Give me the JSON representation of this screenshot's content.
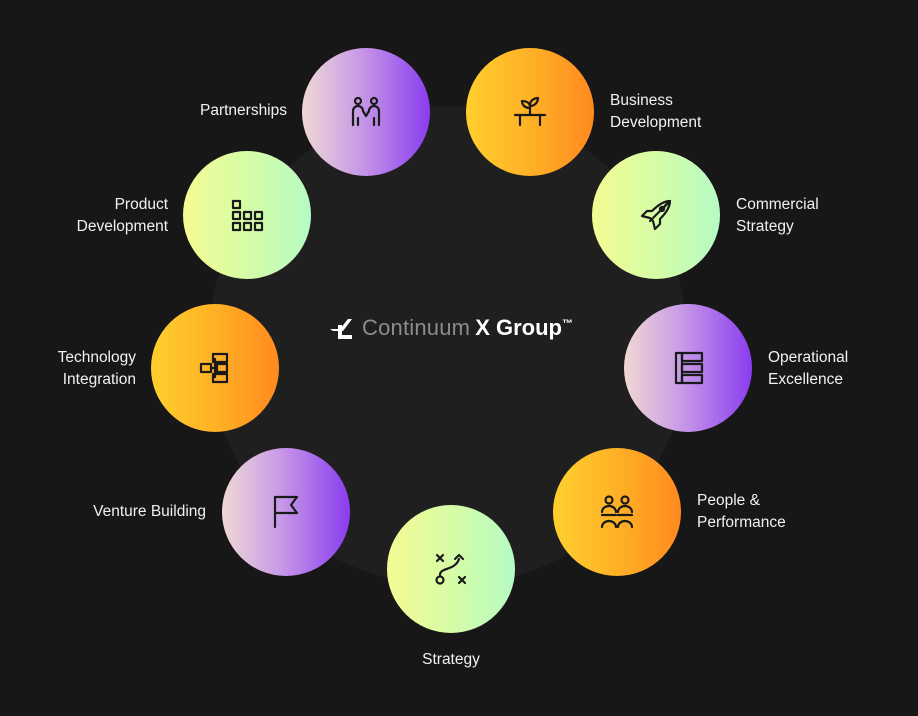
{
  "brand": {
    "name_light": "Continuum",
    "name_bold": "X Group",
    "trademark": "™",
    "logo_icon": "continuum-mark-icon"
  },
  "nodes": [
    {
      "id": "partnerships",
      "lines": [
        "Partnerships"
      ],
      "color": "purple",
      "icon": "handshake-people-icon"
    },
    {
      "id": "business-development",
      "lines": [
        "Business",
        "Development"
      ],
      "color": "orange",
      "icon": "seedling-icon"
    },
    {
      "id": "product-development",
      "lines": [
        "Product",
        "Development"
      ],
      "color": "green",
      "icon": "blocks-grid-icon"
    },
    {
      "id": "commercial-strategy",
      "lines": [
        "Commercial",
        "Strategy"
      ],
      "color": "green",
      "icon": "rocket-icon"
    },
    {
      "id": "technology-integration",
      "lines": [
        "Technology",
        "Integration"
      ],
      "color": "orange",
      "icon": "hierarchy-icon"
    },
    {
      "id": "operational-excellence",
      "lines": [
        "Operational",
        "Excellence"
      ],
      "color": "purple",
      "icon": "list-tree-icon"
    },
    {
      "id": "venture-building",
      "lines": [
        "Venture Building"
      ],
      "color": "purple",
      "icon": "flag-icon"
    },
    {
      "id": "people-performance",
      "lines": [
        "People &",
        "Performance"
      ],
      "color": "orange",
      "icon": "team-icon"
    },
    {
      "id": "strategy",
      "lines": [
        "Strategy"
      ],
      "color": "green",
      "icon": "tactics-icon"
    }
  ],
  "colors": {
    "background": "#171717",
    "ring": "#1f1f1f",
    "purple": [
      "#f0d9d3",
      "#8a3cf0"
    ],
    "orange": [
      "#ffcf2e",
      "#ff8a1f"
    ],
    "green": [
      "#f4fb93",
      "#b6fbc3"
    ]
  }
}
